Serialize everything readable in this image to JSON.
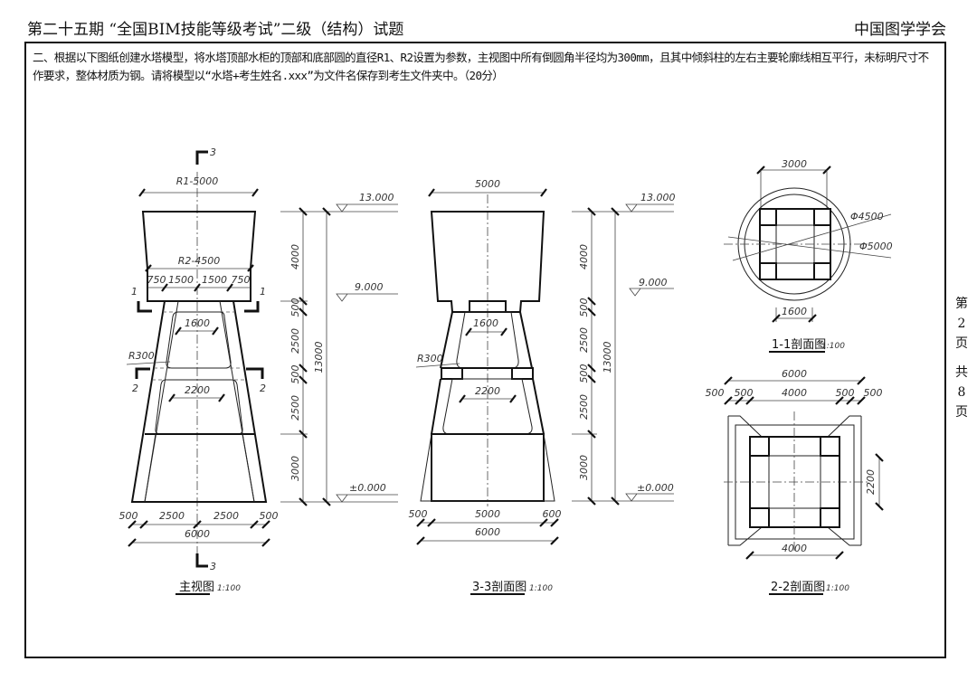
{
  "header": {
    "title": "第二十五期 “全国BIM技能等级考试”二级（结构）试题",
    "org": "中国图学学会"
  },
  "question": "二、根据以下图纸创建水塔模型，将水塔顶部水柜的顶部和底部圆的直径R1、R2设置为参数，主视图中所有倒圆角半径均为300mm，且其中倾斜柱的左右主要轮廓线相互平行，未标明尺寸不作要求，整体材质为钢。请将模型以“水塔+考生姓名.xxx”为文件名保存到考生文件夹中。（20分）",
  "side": {
    "c1": "第",
    "page": "2",
    "c2": "页",
    "c3": "共",
    "total": "8",
    "c4": "页"
  },
  "main_view": {
    "r1": "R1-5000",
    "r2": "R2-4500",
    "tank_dims": [
      "750",
      "1500",
      "1500",
      "750"
    ],
    "d1600": "1600",
    "d2200": "2200",
    "r300": "R300",
    "heights": [
      "4000",
      "500",
      "2500",
      "500",
      "2500",
      "3000"
    ],
    "total": "13000",
    "elev": [
      "13.000",
      "9.000",
      "±0.000"
    ],
    "bottom_dims": [
      "500",
      "2500",
      "2500",
      "500"
    ],
    "bottom_total": "6000",
    "sec1": "1",
    "sec2": "2",
    "sec3": "3",
    "title": "主视图",
    "scale": "1:100"
  },
  "section33": {
    "top": "5000",
    "d1600": "1600",
    "d2200": "2200",
    "r300": "R300",
    "heights": [
      "4000",
      "500",
      "2500",
      "500",
      "2500",
      "3000"
    ],
    "total": "13000",
    "elev": [
      "13.000",
      "9.000",
      "±0.000"
    ],
    "bottom_dims": [
      "500",
      "5000",
      "600"
    ],
    "bottom_total": "6000",
    "title": "3-3剖面图",
    "scale": "1:100"
  },
  "section11": {
    "top": "3000",
    "d_inner": "Φ4500",
    "d_outer": "Φ5000",
    "bottom": "1600",
    "title": "1-1剖面图",
    "scale": "1:100"
  },
  "section22": {
    "top_total": "6000",
    "top_dims": [
      "500",
      "500",
      "4000",
      "500",
      "500"
    ],
    "side": "2200",
    "bottom": "4000",
    "title": "2-2剖面图",
    "scale": "1:100"
  }
}
